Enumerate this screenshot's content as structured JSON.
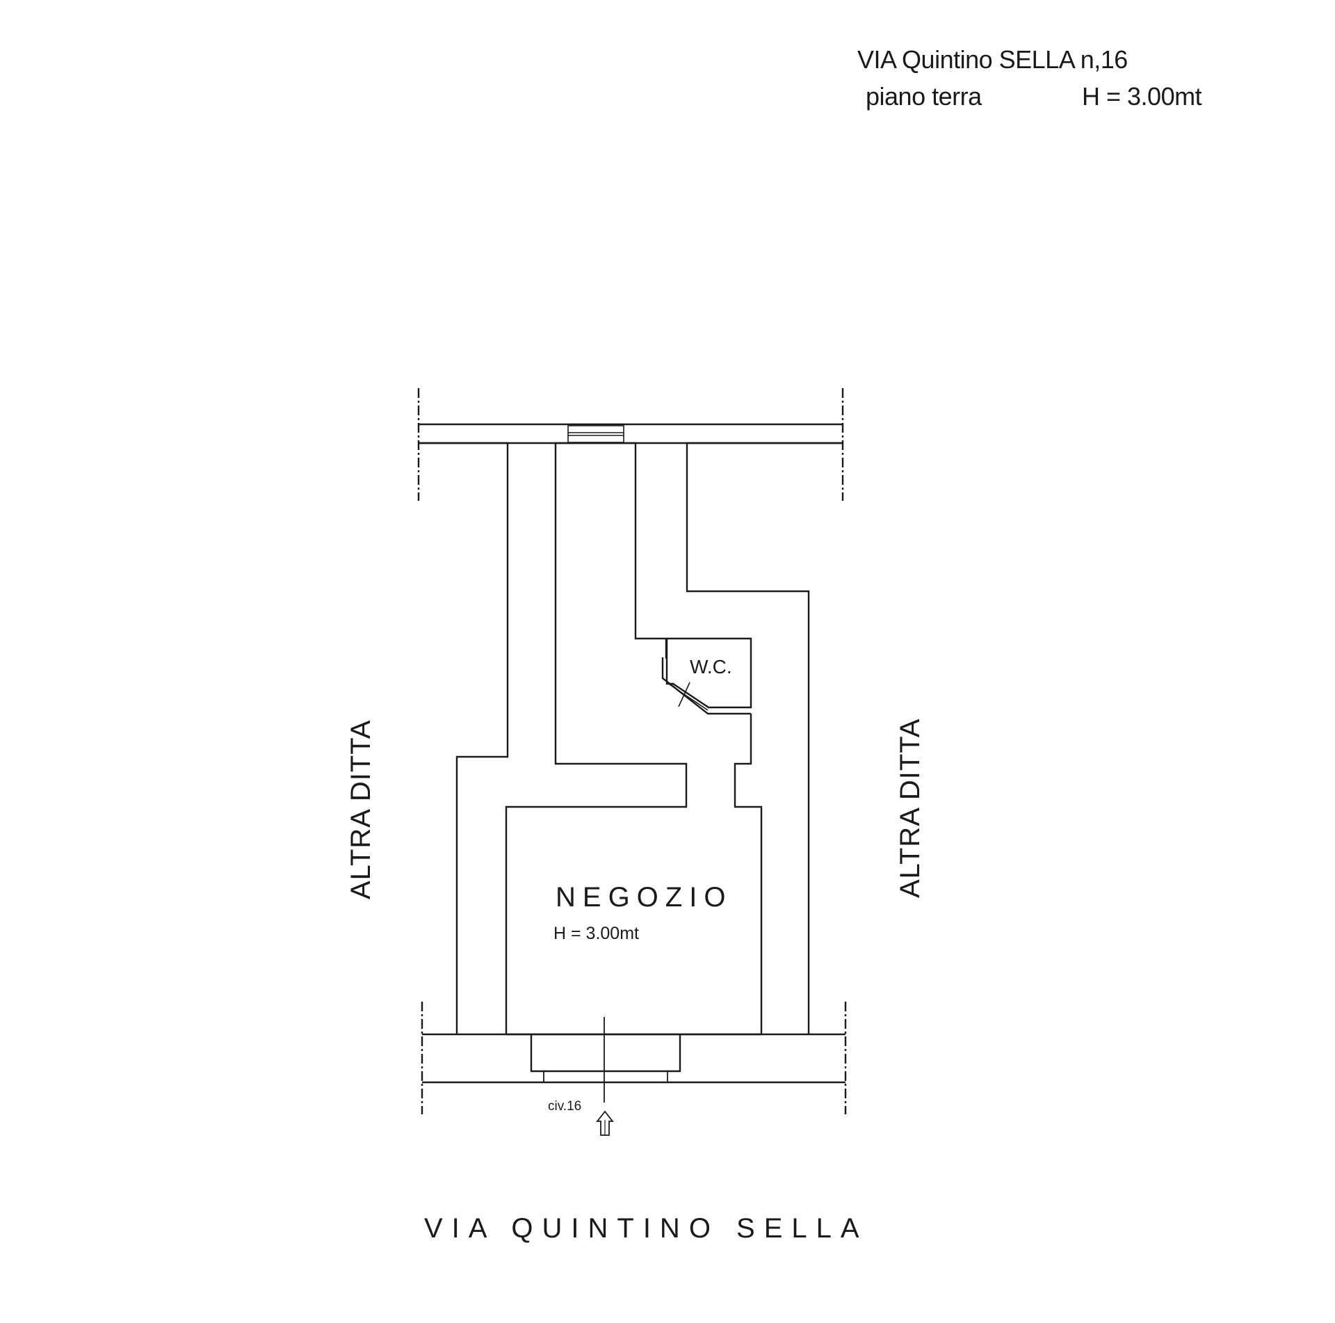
{
  "header": {
    "address": "VIA Quintino SELLA n,16",
    "floor": "piano terra",
    "height": "H = 3.00mt"
  },
  "rooms": {
    "shop_name": "NEGOZIO",
    "shop_height": "H = 3.00mt",
    "wc": "W.C."
  },
  "neighbors": {
    "left": "ALTRA DITTA",
    "right": "ALTRA DITTA"
  },
  "entrance": {
    "label": "civ.16",
    "icon": "entrance-arrow-icon"
  },
  "street": {
    "name": "VIA QUINTINO SELLA"
  }
}
